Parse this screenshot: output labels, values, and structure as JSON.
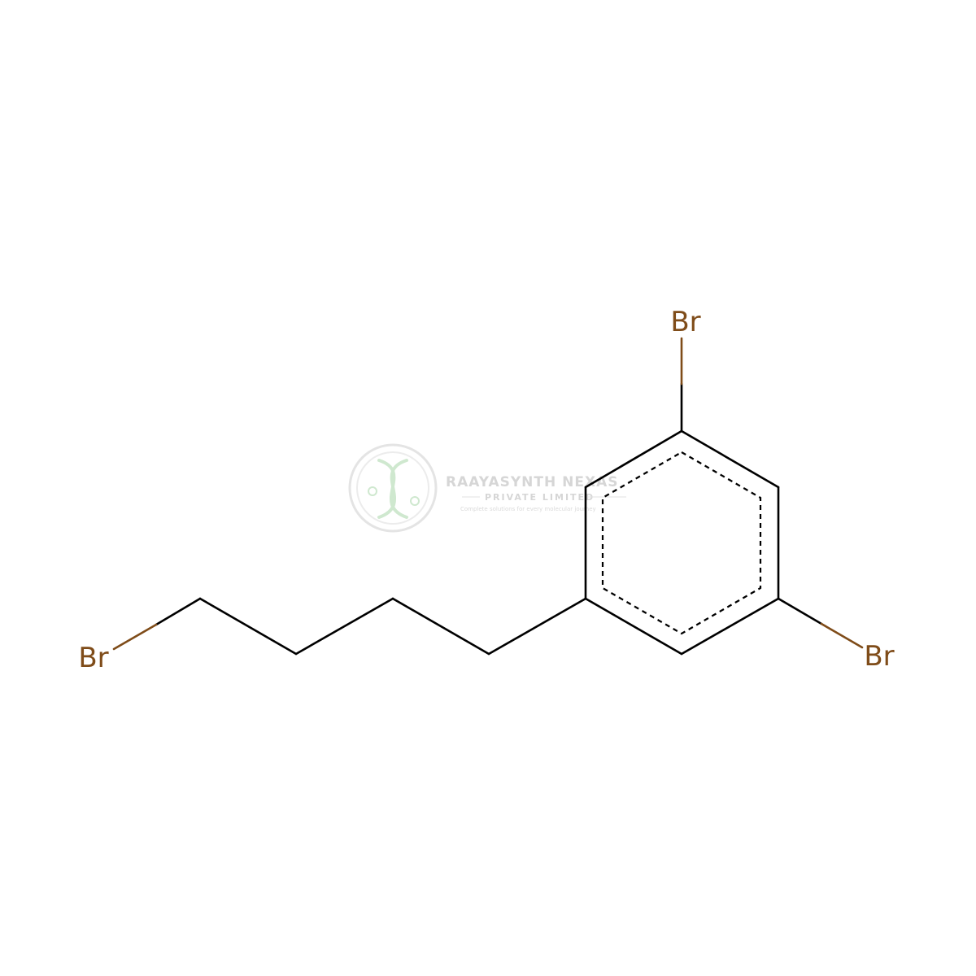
{
  "molecule": {
    "atom_labels": {
      "br_top": "Br",
      "br_right": "Br",
      "br_left": "Br"
    },
    "colors": {
      "bond": "#000000",
      "bromine": "#7f4c19"
    }
  },
  "watermark": {
    "company_name": "RAAYASYNTH NEXAS",
    "company_suffix": "PRIVATE LIMITED",
    "tagline": "Complete solutions for every molecular journey",
    "colors": {
      "ring": "#e0e0e0",
      "logo_green": "#cfe8cf",
      "text": "#d6d6d6"
    }
  }
}
